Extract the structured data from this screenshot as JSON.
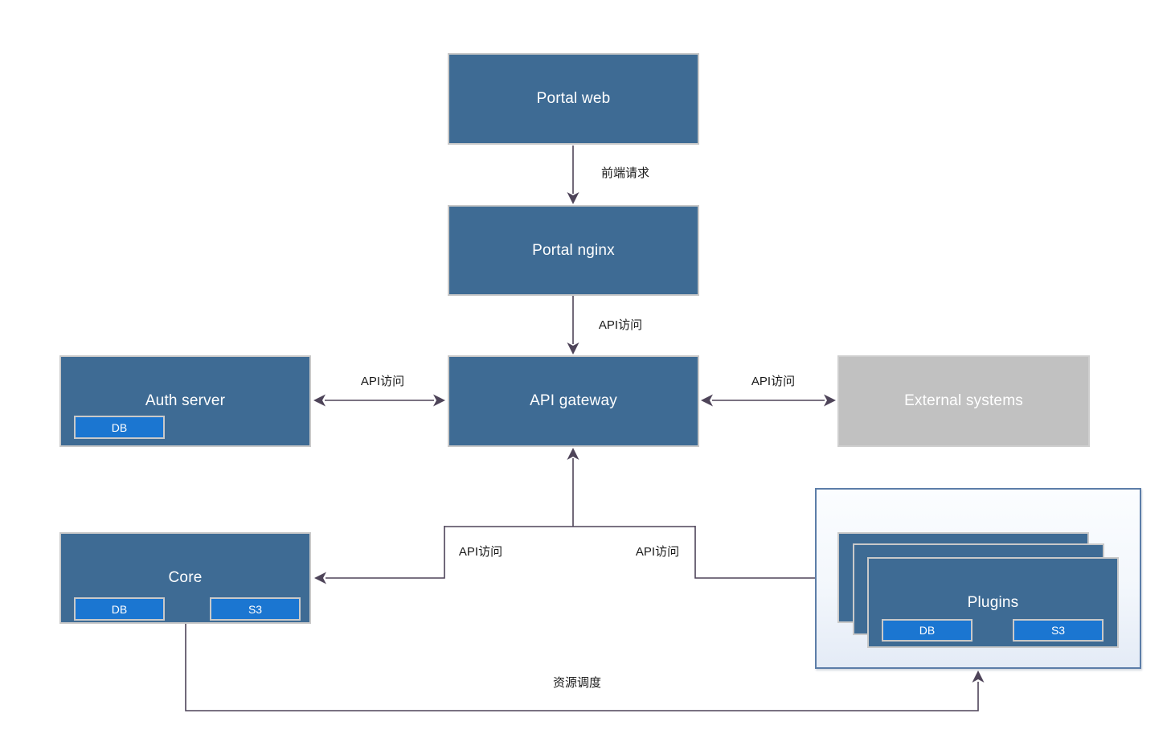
{
  "diagram": {
    "type": "architecture-flowchart",
    "language": "mixed-en-zh"
  },
  "nodes": {
    "portal_web": {
      "label": "Portal web"
    },
    "portal_nginx": {
      "label": "Portal nginx"
    },
    "api_gateway": {
      "label": "API gateway"
    },
    "auth_server": {
      "label": "Auth server",
      "children": {
        "db": "DB"
      }
    },
    "external_systems": {
      "label": "External systems"
    },
    "core": {
      "label": "Core",
      "children": {
        "db": "DB",
        "s3": "S3"
      }
    },
    "plugins": {
      "label": "Plugins",
      "children": {
        "db": "DB",
        "s3": "S3"
      }
    }
  },
  "edges": {
    "web_to_nginx": {
      "label": "前端请求",
      "from": "portal_web",
      "to": "portal_nginx",
      "direction": "down"
    },
    "nginx_to_gateway": {
      "label": "API访问",
      "from": "portal_nginx",
      "to": "api_gateway",
      "direction": "down"
    },
    "auth_gateway": {
      "label": "API访问",
      "from": "auth_server",
      "to": "api_gateway",
      "direction": "both"
    },
    "gateway_external": {
      "label": "API访问",
      "from": "api_gateway",
      "to": "external_systems",
      "direction": "both"
    },
    "gateway_core": {
      "label": "API访问",
      "from": "api_gateway",
      "to": "core",
      "direction": "to-core"
    },
    "gateway_plugins": {
      "label": "API访问",
      "from": "api_gateway",
      "to": "plugins",
      "direction": "to-plugins"
    },
    "core_plugins": {
      "label": "资源调度",
      "from": "core",
      "to": "plugins",
      "direction": "up-into-plugins"
    }
  },
  "colors": {
    "node_fill": "#3E6B94",
    "subnode_fill": "#1B76D1",
    "external_fill": "#C1C1C1",
    "node_border": "#C9C9C9",
    "node_text": "#FFFFFF",
    "arrow": "#4E4459",
    "edge_label_text": "#1A1A1A",
    "plugins_container_border": "#5C7DA8",
    "plugins_container_fill_top": "#FBFDFF",
    "plugins_container_fill_bottom": "#E4EBF6"
  }
}
